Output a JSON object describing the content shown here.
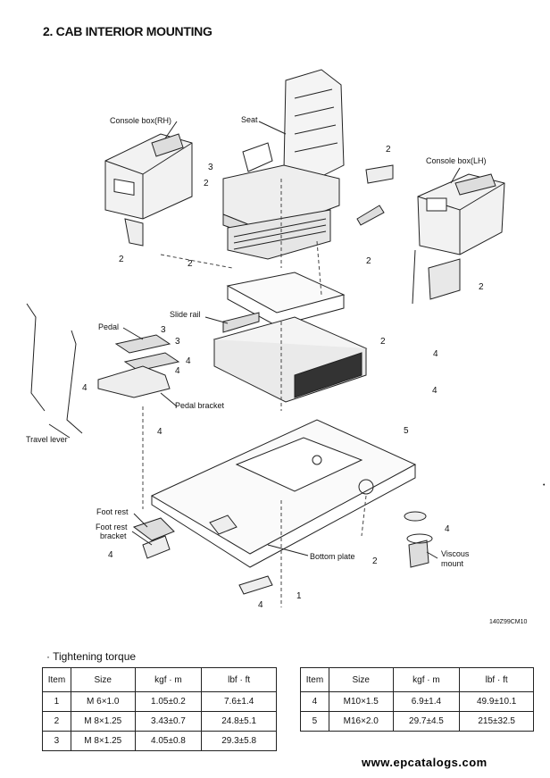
{
  "title": "2. CAB INTERIOR MOUNTING",
  "labels": {
    "console_rh": "Console box(RH)",
    "seat": "Seat",
    "console_lh": "Console box(LH)",
    "slide_rail": "Slide rail",
    "pedal": "Pedal",
    "pedal_bracket": "Pedal bracket",
    "travel_lever": "Travel lever",
    "foot_rest": "Foot rest",
    "foot_rest_bracket_1": "Foot rest",
    "foot_rest_bracket_2": "bracket",
    "bottom_plate": "Bottom plate",
    "viscous_1": "Viscous",
    "viscous_2": "mount"
  },
  "drawing_code": "140Z99CM10",
  "torque_heading": "· Tightening torque",
  "table_headers": [
    "Item",
    "Size",
    "kgf · m",
    "lbf · ft"
  ],
  "table_left": [
    [
      "1",
      "M 6×1.0",
      "1.05±0.2",
      "7.6±1.4"
    ],
    [
      "2",
      "M 8×1.25",
      "3.43±0.7",
      "24.8±5.1"
    ],
    [
      "3",
      "M 8×1.25",
      "4.05±0.8",
      "29.3±5.8"
    ]
  ],
  "table_right": [
    [
      "4",
      "M10×1.5",
      "6.9±1.4",
      "49.9±10.1"
    ],
    [
      "5",
      "M16×2.0",
      "29.7±4.5",
      "215±32.5"
    ]
  ],
  "footer": "www.epcatalogs.com",
  "margin_mark": "•"
}
